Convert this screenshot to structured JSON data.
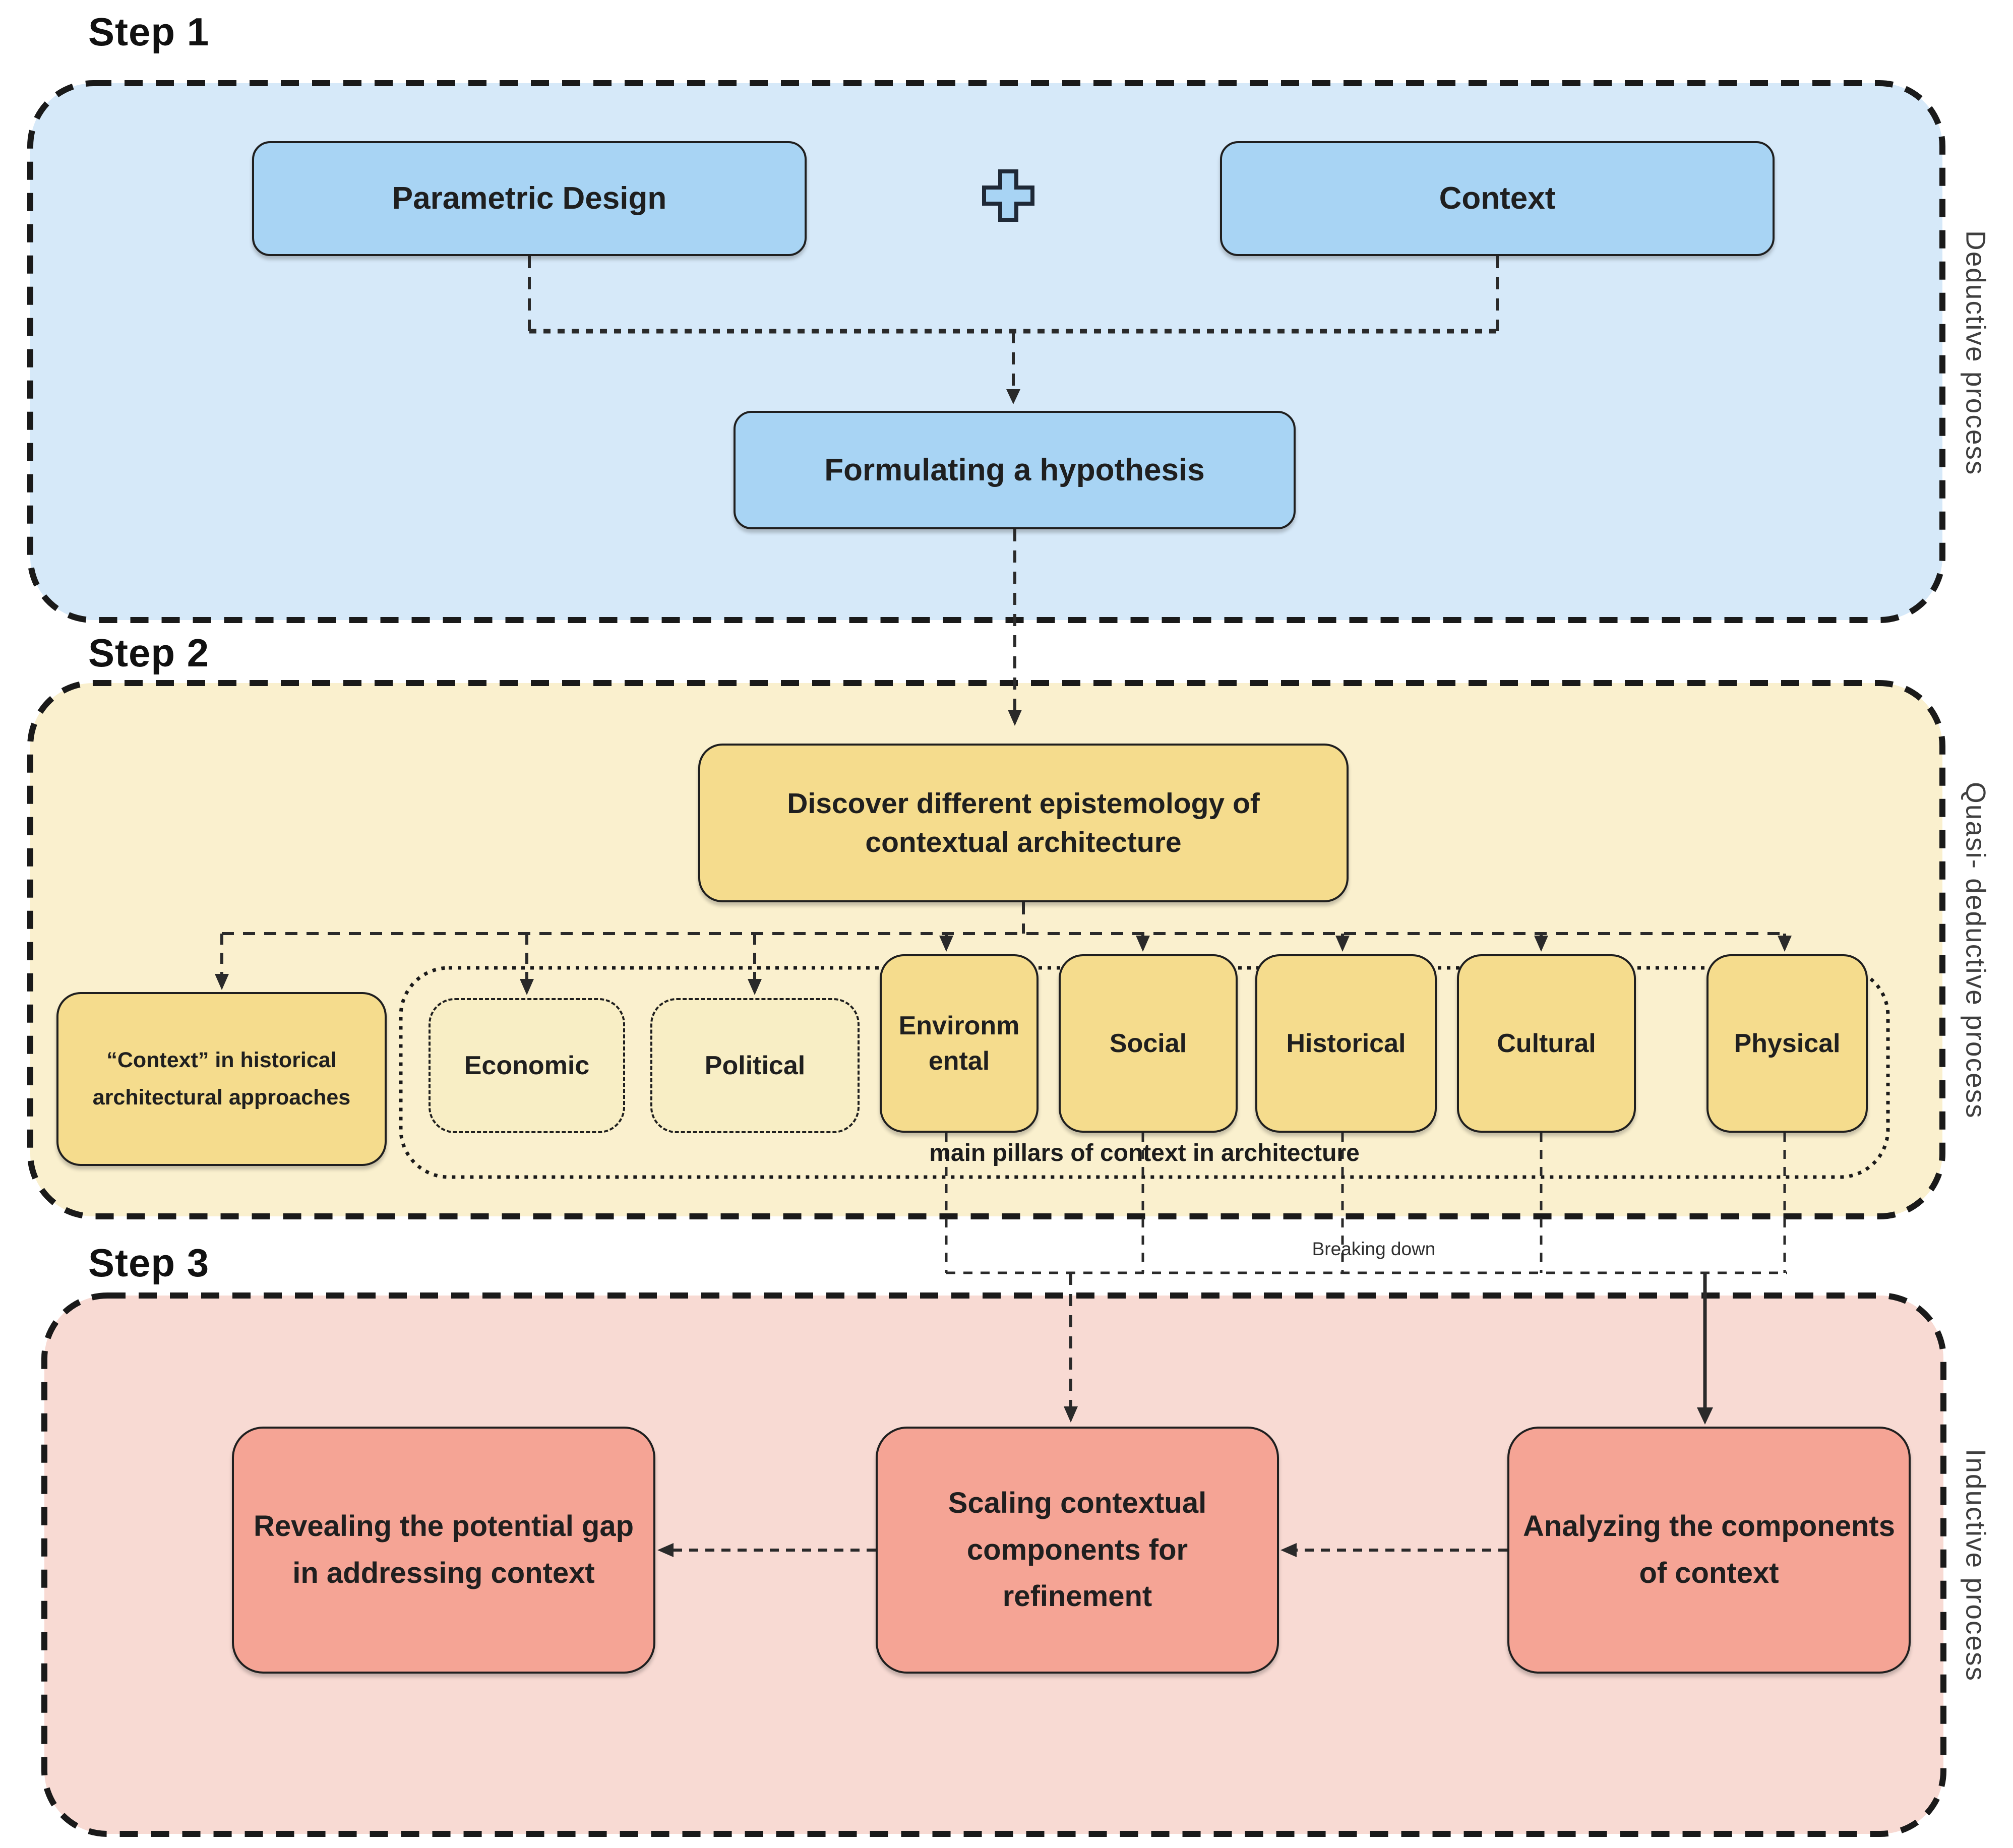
{
  "steps": [
    {
      "label": "Step 1"
    },
    {
      "label": "Step 2"
    },
    {
      "label": "Step 3"
    }
  ],
  "side_labels": [
    {
      "label": "Deductive process"
    },
    {
      "label": "Quasi- deductive process"
    },
    {
      "label": "Inductive process"
    }
  ],
  "step1": {
    "parametric_design": "Parametric Design",
    "context": "Context",
    "plus_icon": "plus-icon",
    "formulating": "Formulating a hypothesis"
  },
  "step2": {
    "discover": "Discover different epistemology of contextual architecture",
    "historical_approaches": "“Context” in historical architectural approaches",
    "dashed_pillars": [
      "Economic",
      "Political"
    ],
    "pillars": [
      "Environmental",
      "Social",
      "Historical",
      "Cultural",
      "Physical"
    ],
    "container_label": "main pillars of context in architecture"
  },
  "between_steps": {
    "breaking_down": "Breaking down"
  },
  "step3": {
    "revealing": "Revealing the potential gap in addressing context",
    "scaling": "Scaling contextual components for refinement",
    "analyzing": "Analyzing the components of context"
  },
  "colors": {
    "blue_region": "#d6e9f9",
    "blue_box": "#a8d4f4",
    "yellow_region": "#faf0ce",
    "yellow_box": "#f5dc8d",
    "yellow_dashed_box": "#f8eec5",
    "pink_region": "#f8dad3",
    "pink_box": "#f5a495",
    "ink": "#1f1f1f"
  }
}
